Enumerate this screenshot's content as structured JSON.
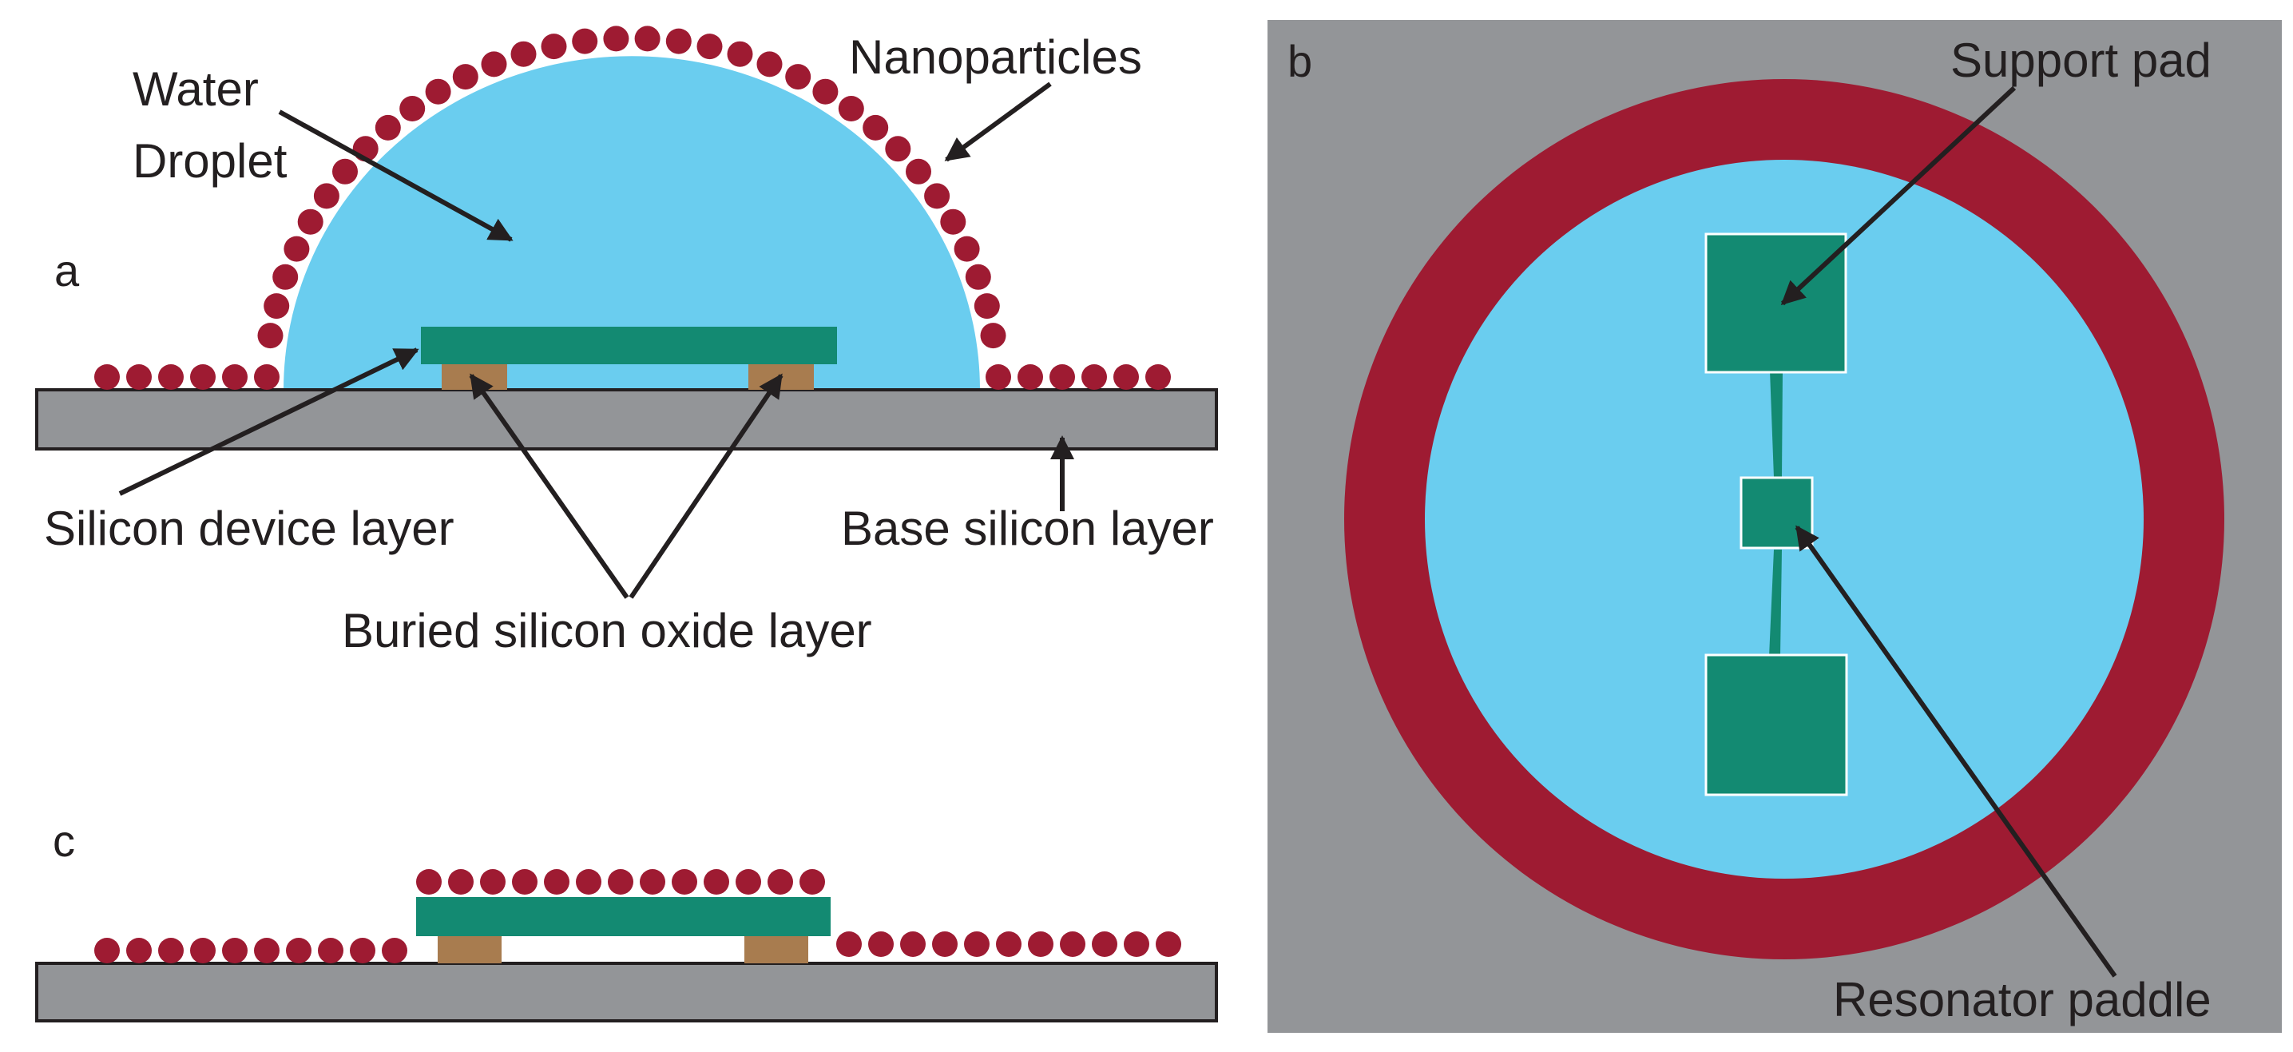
{
  "panel_a": {
    "letter": "a",
    "water_label_line1": "Water",
    "water_label_line2": "Droplet",
    "nanoparticles_label": "Nanoparticles",
    "device_layer_label": "Silicon device layer",
    "base_layer_label": "Base silicon layer",
    "oxide_layer_label": "Buried silicon oxide layer"
  },
  "panel_b": {
    "letter": "b",
    "support_pad_label": "Support pad",
    "resonator_label": "Resonator paddle"
  },
  "panel_c": {
    "letter": "c"
  },
  "colors": {
    "water": "#6acdef",
    "nanoparticle": "#9e1b32",
    "device_layer": "#138a72",
    "oxide": "#a87c4f",
    "base_silicon": "#939598",
    "outline": "#231f20"
  }
}
